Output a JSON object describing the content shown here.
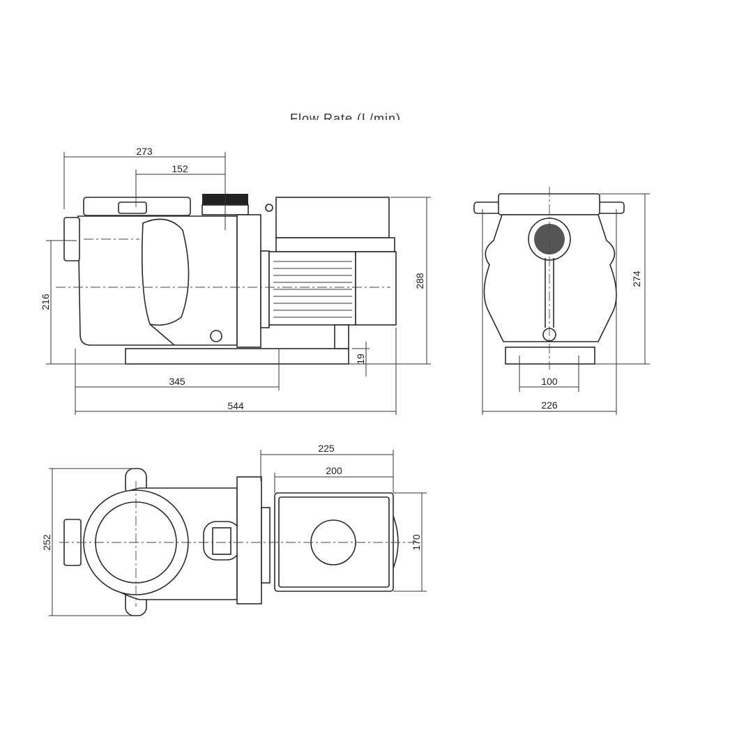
{
  "cut_off_title": "Flow Rate (L/min)",
  "side_view": {
    "dims": {
      "overall_top_width": "273",
      "inlet_to_flange": "152",
      "inlet_height": "216",
      "overall_height": "288",
      "base_height": "19",
      "base_length": "345",
      "overall_length": "544"
    }
  },
  "end_view": {
    "dims": {
      "height": "274",
      "base_hole_spacing": "100",
      "overall_width": "226"
    }
  },
  "top_view": {
    "dims": {
      "motor_length": "225",
      "box_length": "200",
      "width": "252",
      "box_width": "170"
    }
  }
}
